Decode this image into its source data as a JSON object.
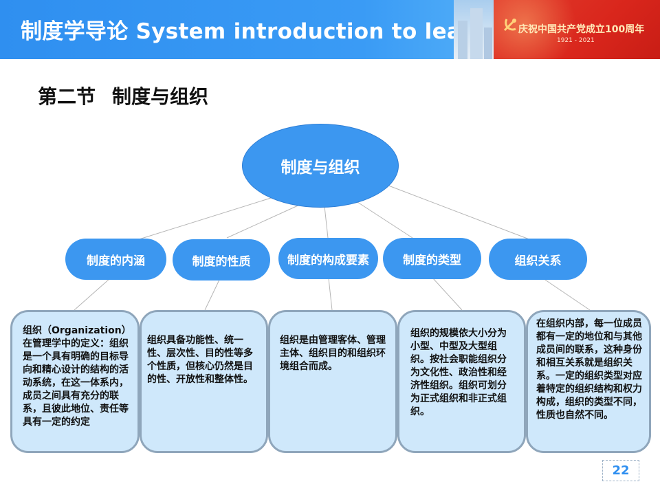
{
  "header": {
    "title": "制度学导论 System introduction to learn",
    "banner_text": "庆祝中国共产党成立100周年",
    "banner_years": "1921 - 2021",
    "colors": {
      "header_blue": "#3a9bf5",
      "banner_red": "#d9261c",
      "banner_gold": "#ffe9b8"
    }
  },
  "section": {
    "title_part1": "第二节",
    "title_part2": "制度与组织"
  },
  "diagram": {
    "root": "制度与组织",
    "children": [
      {
        "label": "制度的内涵",
        "description": "组织（Organization）在管理学中的定义：组织是一个具有明确的目标导向和精心设计的结构的活动系统，在这一体系内，成员之间具有充分的联系，且彼此地位、责任等具有一定的约定"
      },
      {
        "label": "制度的性质",
        "description": "组织具备功能性、统一性、层次性、目的性等多个性质，但核心仍然是目的性、开放性和整体性。"
      },
      {
        "label": "制度的构成要素",
        "description": "组织是由管理客体、管理主体、组织目的和组织环境组合而成。"
      },
      {
        "label": "制度的类型",
        "description": "组织的规模依大小分为小型、中型及大型组织。按社会职能组织分为文化性、政治性和经济性组织。组织可划分为正式组织和非正式组织。"
      },
      {
        "label": "组织关系",
        "description": "在组织内部，每一位成员都有一定的地位和与其他成员间的联系，这种身份和相互关系就是组织关系。一定的组织类型对应着特定的组织结构和权力构成，组织的类型不同，性质也自然不同。"
      }
    ],
    "colors": {
      "node_fill": "#3c97f0",
      "box_fill": "#cfe8fb",
      "box_border": "#8fa6bb",
      "connector": "#b5b5b5"
    }
  },
  "footer": {
    "page_number": "22"
  }
}
